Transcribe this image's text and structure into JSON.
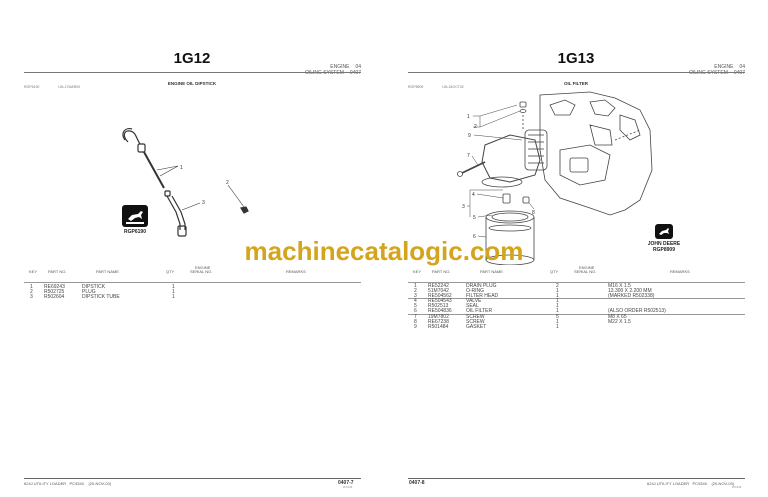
{
  "watermark": "machinecatalogic.com",
  "left_page": {
    "page_code": "1G12",
    "section": {
      "group_label": "ENGINE",
      "group_num": "04",
      "subgroup_label": "OILING SYSTEM",
      "subgroup_num": "0407"
    },
    "figure_title": "ENGINE OIL DIPSTICK",
    "figure_ref": "RGP6190",
    "figure_id": "UN-17MAR00",
    "logo_caption": "RGP6190",
    "callouts": [
      "1",
      "2",
      "3"
    ],
    "table": {
      "headers": {
        "key": "KEY",
        "part_no": "PART NO.",
        "part_name": "PART NAME",
        "qty": "QTY",
        "serial_top": "ENGINE",
        "serial": "SERIAL NO.",
        "remarks": "REMARKS"
      },
      "rows": [
        {
          "key": "1",
          "part_no": "RE69243",
          "part_name": "DIPSTICK",
          "qty": "1",
          "remarks": ""
        },
        {
          "key": "2",
          "part_no": "R502725",
          "part_name": "PLUG",
          "qty": "1",
          "remarks": ""
        },
        {
          "key": "3",
          "part_no": "R502604",
          "part_name": "DIPSTICK TUBE",
          "qty": "1",
          "remarks": ""
        }
      ]
    },
    "footer": {
      "model": "624J UTILITY LOADER",
      "catalog": "PC9340",
      "date": "(20-NOV-03)",
      "page_num": "0407-7",
      "rev": "PN=105"
    }
  },
  "right_page": {
    "page_code": "1G13",
    "section": {
      "group_label": "ENGINE",
      "group_num": "04",
      "subgroup_label": "OILING SYSTEM",
      "subgroup_num": "0407"
    },
    "figure_title": "OIL FILTER",
    "figure_ref": "RGP8909",
    "figure_id": "UN-24OCT02",
    "logo_brand": "JOHN DEERE",
    "logo_caption": "RGP8909",
    "callouts": [
      "1",
      "2",
      "3",
      "4",
      "5",
      "6",
      "7",
      "8",
      "9"
    ],
    "table": {
      "headers": {
        "key": "KEY",
        "part_no": "PART NO.",
        "part_name": "PART NAME",
        "qty": "QTY",
        "serial_top": "ENGINE",
        "serial": "SERIAL NO.",
        "remarks": "REMARKS"
      },
      "rows": [
        {
          "key": "1",
          "part_no": "RE52242",
          "part_name": "DRAIN PLUG",
          "qty": "2",
          "remarks": "M16 X 1.5"
        },
        {
          "key": "2",
          "part_no": "51M7042",
          "part_name": "O-RING",
          "qty": "1",
          "remarks": "13.300 X 2.200 MM"
        },
        {
          "key": "3",
          "part_no": "RE504562",
          "part_name": "FILTER HEAD",
          "qty": "1",
          "remarks": "(MARKED R502338)"
        },
        {
          "key": "4",
          "part_no": "RE504543",
          "part_name": "VALVE",
          "qty": "1",
          "remarks": ""
        },
        {
          "key": "5",
          "part_no": "R502513",
          "part_name": "SEAL",
          "qty": "1",
          "remarks": ""
        },
        {
          "key": "6",
          "part_no": "RE504836",
          "part_name": "OIL FILTER",
          "qty": "1",
          "remarks": "(ALSO ORDER R502513)"
        },
        {
          "key": "7",
          "part_no": "19M7802",
          "part_name": "SCREW",
          "qty": "5",
          "remarks": "M8 X 65"
        },
        {
          "key": "8",
          "part_no": "RE67238",
          "part_name": "SCREW",
          "qty": "1",
          "remarks": "M22 X 1.5"
        },
        {
          "key": "9",
          "part_no": "R501484",
          "part_name": "GASKET",
          "qty": "1",
          "remarks": ""
        }
      ]
    },
    "footer": {
      "page_num": "0407-8",
      "model": "624J UTILITY LOADER",
      "catalog": "PC9340",
      "date": "(20-NOV-03)",
      "rev": "PN=106"
    }
  }
}
